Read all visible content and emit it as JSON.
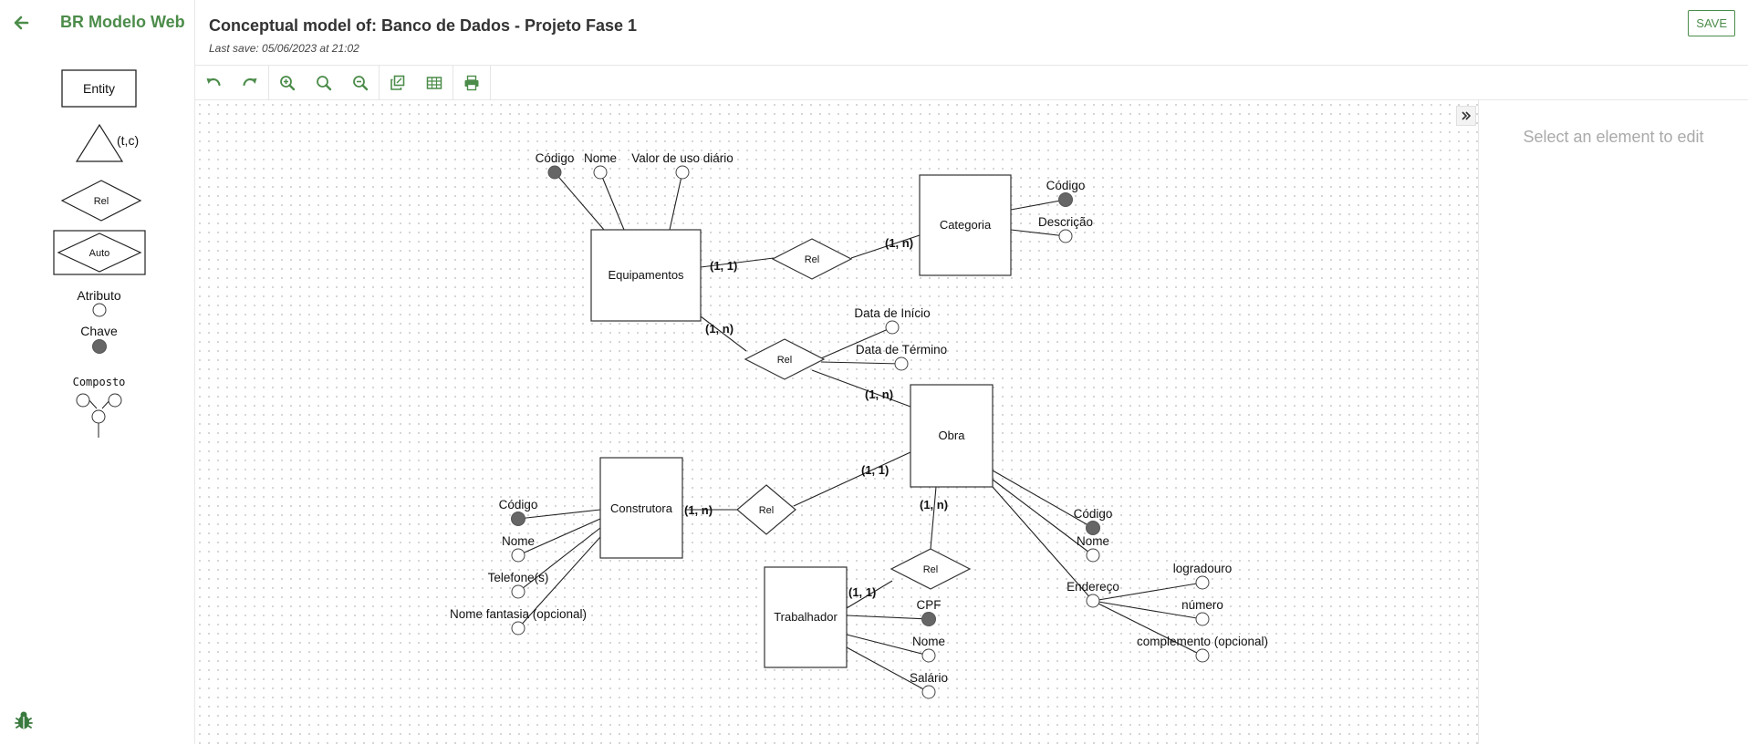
{
  "app": {
    "title": "BR Modelo Web",
    "colors": {
      "accent": "#4c8c4a",
      "key": "#666666"
    }
  },
  "header": {
    "title": "Conceptual model of: Banco de Dados - Projeto Fase 1",
    "last_save": "Last save: 05/06/2023 at 21:02",
    "save_label": "SAVE"
  },
  "toolbar": {
    "buttons": [
      "undo-icon",
      "redo-icon",
      "zoom-in-icon",
      "zoom-reset-icon",
      "zoom-out-icon",
      "duplicate-icon",
      "table-icon",
      "print-icon"
    ]
  },
  "palette": {
    "entity": "Entity",
    "specialization": "(t,c)",
    "relationship": "Rel",
    "associative": "Auto",
    "attribute": "Atributo",
    "key": "Chave",
    "composite": "Composto"
  },
  "right_panel": {
    "hint": "Select an element to edit"
  },
  "diagram": {
    "entities": {
      "equipamentos": "Equipamentos",
      "categoria": "Categoria",
      "obra": "Obra",
      "construtora": "Construtora",
      "trabalhador": "Trabalhador"
    },
    "relationships": {
      "rel1": "Rel",
      "rel2": "Rel",
      "rel3": "Rel",
      "rel4": "Rel"
    },
    "cardinalities": {
      "eq_rel1": "(1, 1)",
      "cat_rel1": "(1, n)",
      "eq_rel2": "(1, n)",
      "obra_rel2": "(1, n)",
      "constr_rel3": "(1, n)",
      "obra_rel3": "(1, 1)",
      "obra_rel4": "(1, n)",
      "trab_rel4": "(1, 1)"
    },
    "attributes": {
      "eq_codigo": "Código",
      "eq_nome": "Nome",
      "eq_valor": "Valor de uso diário",
      "cat_codigo": "Código",
      "cat_descricao": "Descrição",
      "rel2_inicio": "Data de Início",
      "rel2_termino": "Data de Término",
      "constr_codigo": "Código",
      "constr_nome": "Nome",
      "constr_telefone": "Telefone(s)",
      "constr_fantasia": "Nome fantasia (opcional)",
      "obra_codigo": "Código",
      "obra_nome": "Nome",
      "obra_endereco": "Endereço",
      "end_logradouro": "logradouro",
      "end_numero": "número",
      "end_complemento": "complemento (opcional)",
      "trab_cpf": "CPF",
      "trab_nome": "Nome",
      "trab_salario": "Salário"
    }
  }
}
